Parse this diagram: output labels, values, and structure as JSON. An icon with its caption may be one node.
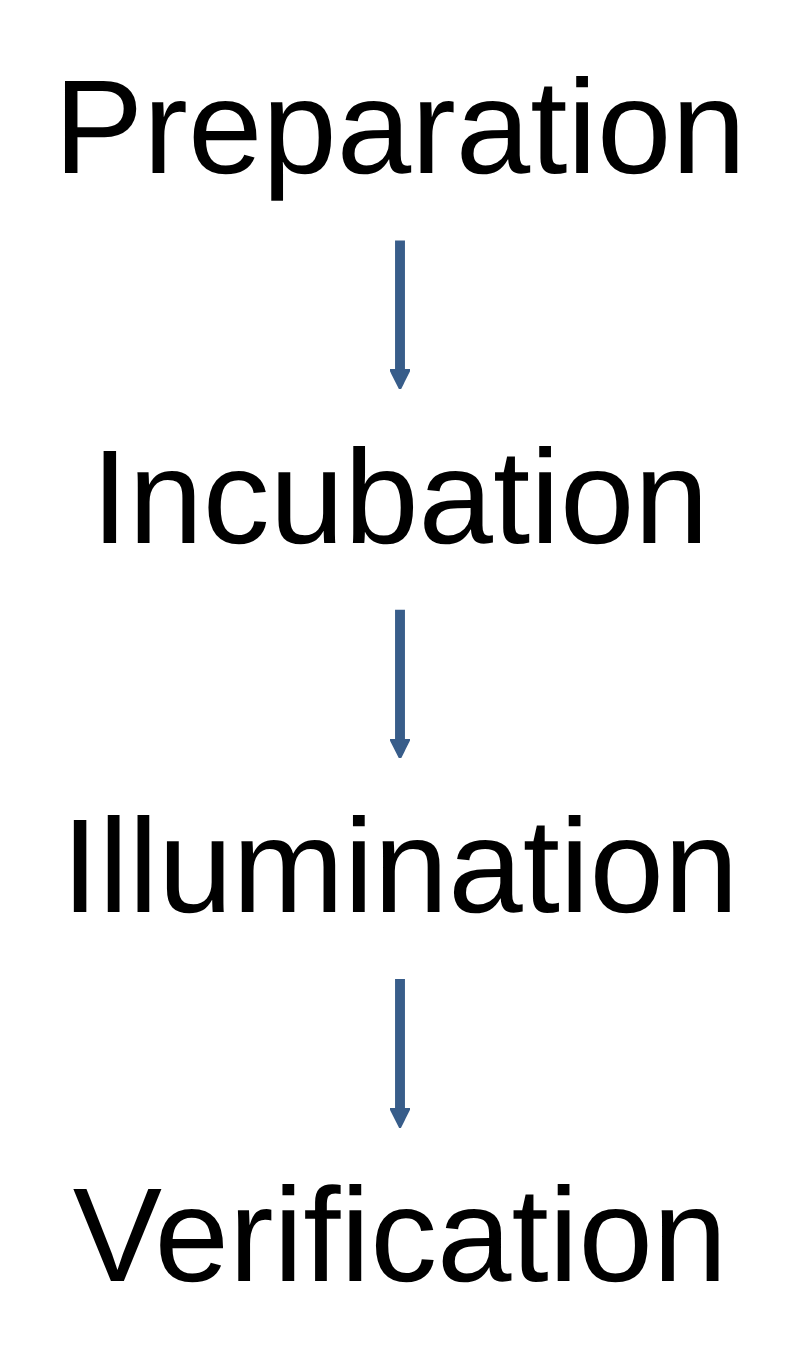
{
  "diagram": {
    "nodes": [
      {
        "text": [
          "Preparation"
        ]
      },
      {
        "text": [
          "Incubation"
        ]
      },
      {
        "text": [
          "Illumination"
        ]
      },
      {
        "text": [
          "Verification"
        ]
      }
    ],
    "edges": [
      {
        "from": 0,
        "to": 1,
        "arrow": "to"
      },
      {
        "from": 1,
        "to": 2,
        "arrow": "to"
      },
      {
        "from": 2,
        "to": 3,
        "arrow": "to"
      }
    ]
  }
}
